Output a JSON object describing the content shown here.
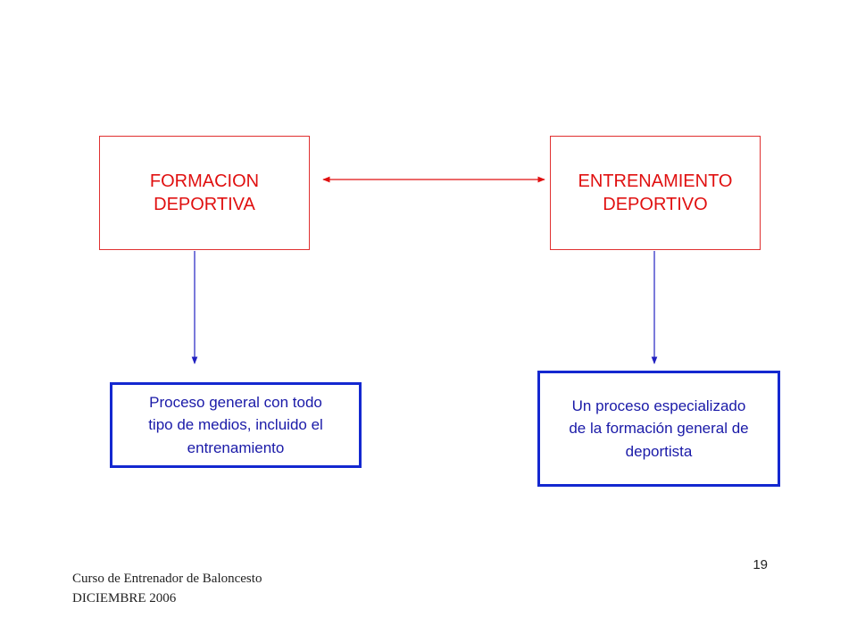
{
  "diagram": {
    "formacion": "FORMACION\nDEPORTIVA",
    "entrenamiento": "ENTRENAMIENTO\nDEPORTIVO",
    "proceso_general": "Proceso general con todo\ntipo de medios, incluido el\nentrenamiento",
    "proceso_especializado": "Un proceso especializado\nde la formación general de\ndeportista",
    "colors": {
      "red_box": "#e03030",
      "blue_box": "#1428d0",
      "red_arrow": "#e01010",
      "blue_arrow": "#2020c0"
    }
  },
  "footer": {
    "line1": "Curso de Entrenador de Baloncesto",
    "line2": "DICIEMBRE 2006",
    "page_number": "19"
  }
}
